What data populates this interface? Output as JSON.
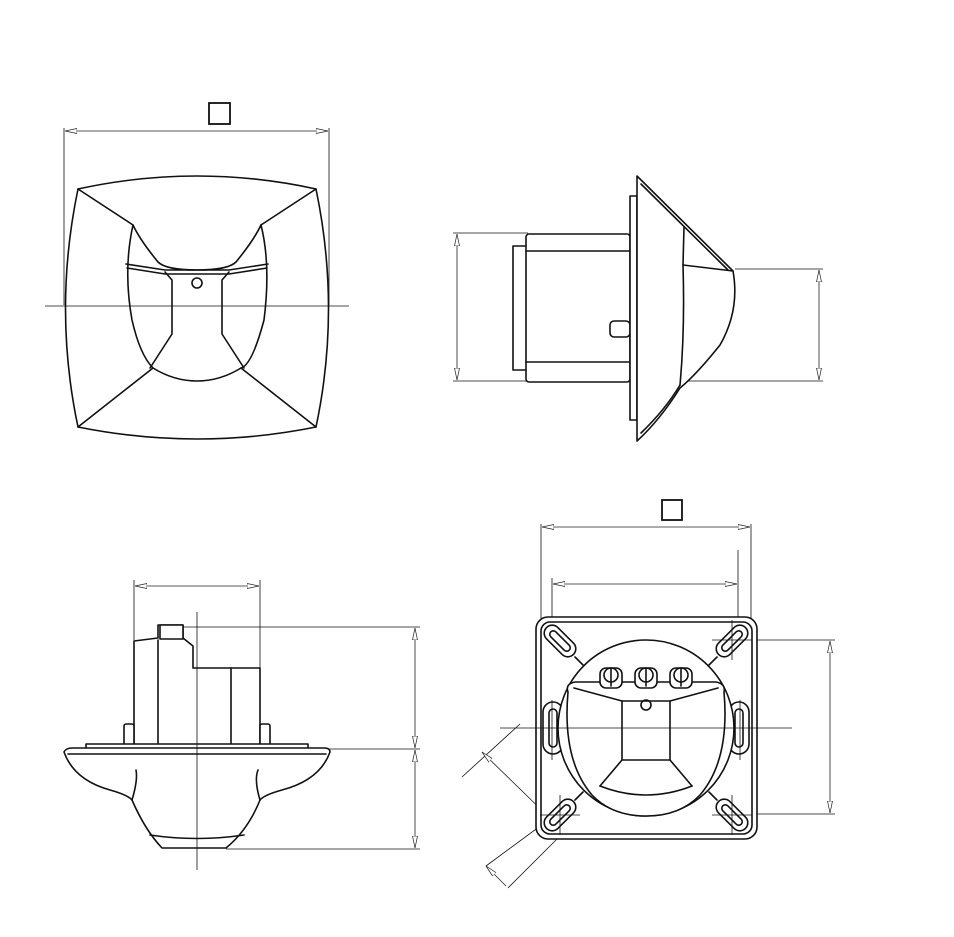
{
  "drawing": {
    "views": [
      {
        "id": "top-view",
        "dimension_symbol": "square"
      },
      {
        "id": "side-view",
        "dimension_symbol": ""
      },
      {
        "id": "front-view",
        "dimension_symbol": ""
      },
      {
        "id": "rear-view",
        "dimension_symbol": "square"
      }
    ]
  },
  "colors": {
    "line": "#111111",
    "background": "#ffffff"
  }
}
